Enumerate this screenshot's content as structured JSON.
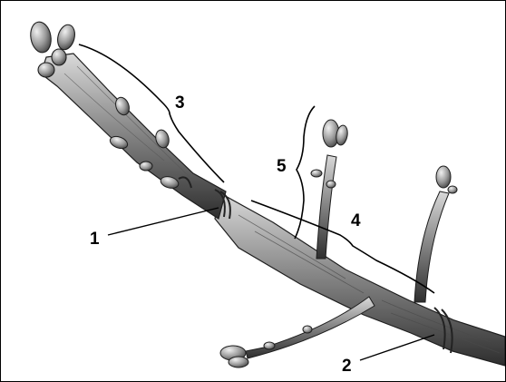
{
  "labels": {
    "scar_current": "1",
    "scar_previous": "2",
    "growth_current_year": "3",
    "growth_previous_year": "4",
    "lateral_shoot": "5"
  },
  "colors": {
    "ink": "#000000",
    "bark_dark": "#3a3a3a",
    "bark_mid": "#7d7d7d",
    "bark_light": "#bdbdbd",
    "bud": "#9a9a9a",
    "bud_highlight": "#e6e6e6",
    "background": "#ffffff"
  }
}
